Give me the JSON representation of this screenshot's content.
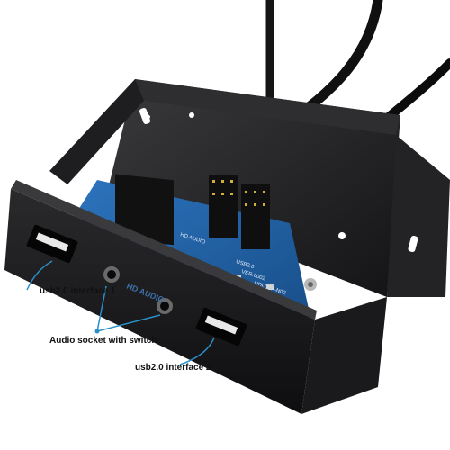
{
  "callouts": {
    "usb_interface_1": "usb2.0 interface 1",
    "audio_socket": "Audio socket with switch",
    "usb_interface_2": "usb2.0 interface 2"
  },
  "board_text": {
    "hd_audio": "HD AUDIO",
    "hd_audio_small": "HD AUDIO",
    "usb2": "USB2.0",
    "ver": "VER.0002",
    "model": "UDLU2A-N02"
  },
  "colors": {
    "panel": "#1b1b1d",
    "pcb": "#1f5ea3",
    "callout": "#2a8fc9"
  },
  "icons": [
    "usb-port-icon",
    "headphone-jack-icon",
    "pin-header-icon",
    "cable-icon"
  ]
}
